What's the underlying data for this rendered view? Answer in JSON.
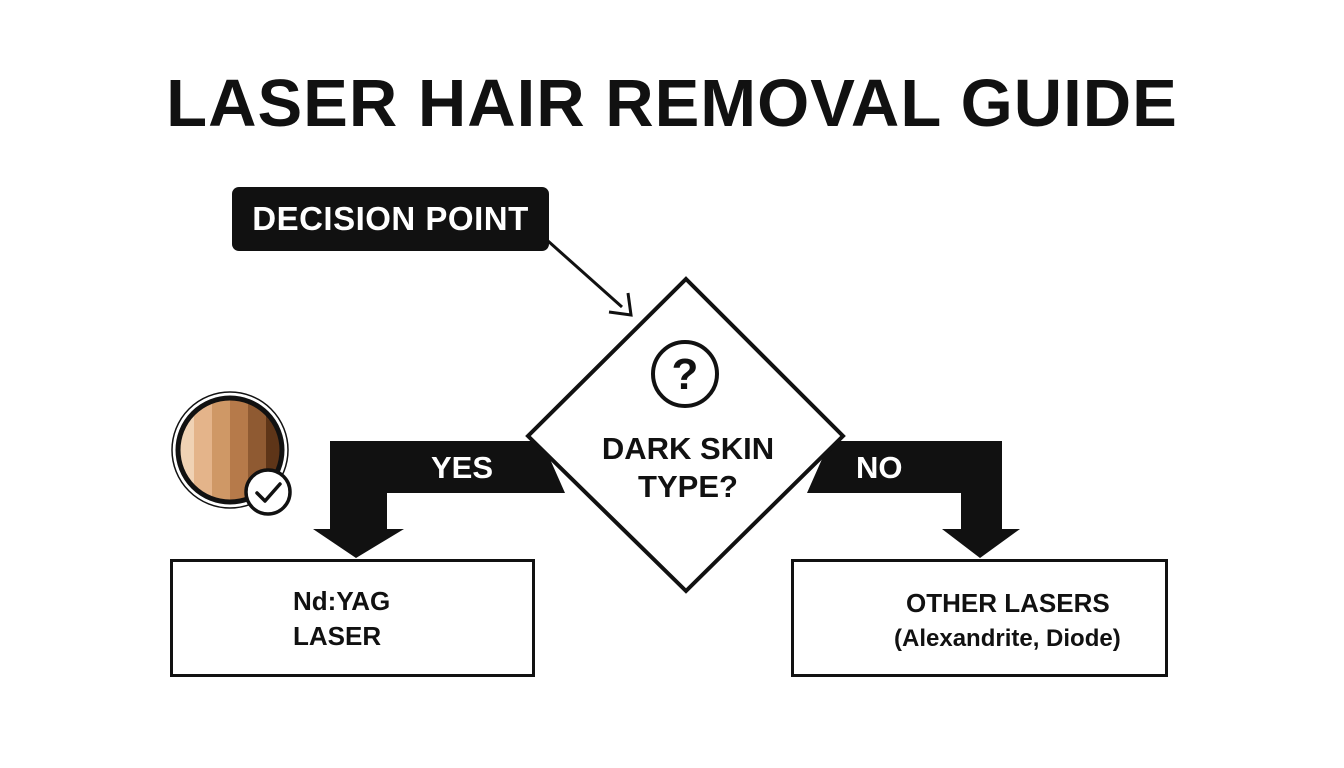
{
  "title": "LASER HAIR REMOVAL GUIDE",
  "callout": "DECISION POINT",
  "decision": {
    "symbol": "?",
    "question_line1": "DARK SKIN",
    "question_line2": "TYPE?"
  },
  "branches": {
    "yes": "YES",
    "no": "NO"
  },
  "outcomes": {
    "left": {
      "line1": "Nd:YAG",
      "line2": "LASER",
      "icon": "laser-burst-icon"
    },
    "right": {
      "line1": "OTHER LASERS",
      "line2": "(Alexandrite, Diode)",
      "icon": "sparkle-icon"
    }
  },
  "skin_badge": {
    "icon": "skin-tone-swatch-icon",
    "check_icon": "checkmark-icon"
  },
  "colors": {
    "ink": "#111111",
    "background": "#ffffff",
    "skin_tones": [
      "#f0d2b4",
      "#e4b48a",
      "#cf9866",
      "#b67a4a",
      "#8f5a32",
      "#5e3518"
    ]
  }
}
